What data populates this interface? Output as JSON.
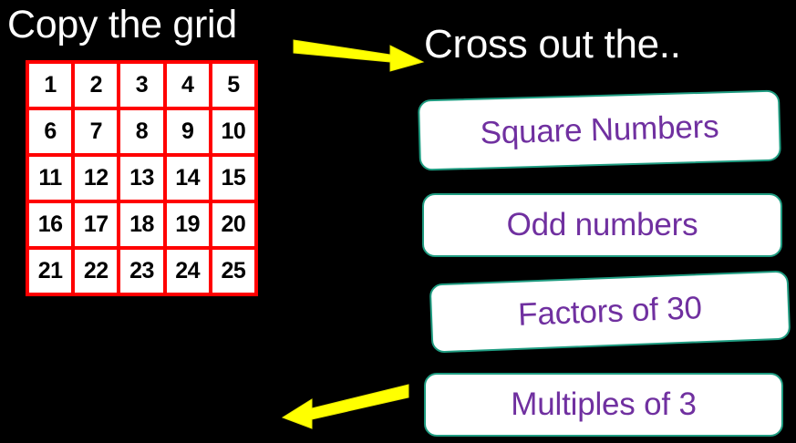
{
  "slide": {
    "background_color": "#000000",
    "left_title": "Copy the grid",
    "right_title": "Cross out the.."
  },
  "grid": {
    "rows": 5,
    "cols": 5,
    "border_color": "#ff0000",
    "cell_bg": "#ffffff",
    "number_color": "#000000",
    "cells": [
      "1",
      "2",
      "3",
      "4",
      "5",
      "6",
      "7",
      "8",
      "9",
      "10",
      "11",
      "12",
      "13",
      "14",
      "15",
      "16",
      "17",
      "18",
      "19",
      "20",
      "21",
      "22",
      "23",
      "24",
      "25"
    ]
  },
  "arrows": [
    {
      "name": "arrow-right-icon",
      "direction": "right",
      "color": "#ffff00"
    },
    {
      "name": "arrow-left-icon",
      "direction": "left",
      "color": "#ffff00"
    }
  ],
  "categories": {
    "text_color": "#7030a0",
    "border_color": "#1f9c81",
    "fill_color": "#ffffff",
    "items": [
      {
        "label": "Square Numbers"
      },
      {
        "label": "Odd numbers"
      },
      {
        "label": "Factors of 30"
      },
      {
        "label": "Multiples of 3"
      }
    ]
  }
}
